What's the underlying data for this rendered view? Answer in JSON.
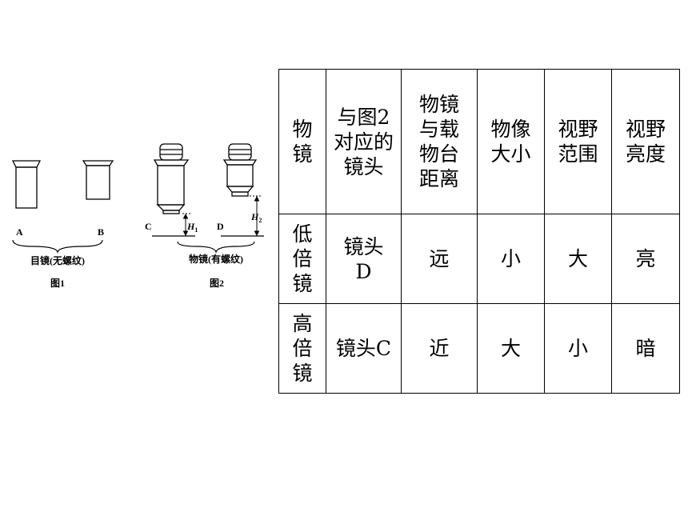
{
  "figure": {
    "label_a": "A",
    "label_b": "B",
    "label_c": "C",
    "label_d": "D",
    "label_h1": "H",
    "label_h1_sub": "1",
    "label_h2": "H",
    "label_h2_sub": "2",
    "eyepiece_caption": "目镜(无螺纹)",
    "objective_caption": "物镜(有螺纹)",
    "fig1_caption": "图1",
    "fig2_caption": "图2"
  },
  "table": {
    "header": [
      "物镜",
      "与图2对应的镜头",
      "物镜与载物台距离",
      "物像大小",
      "视野范围",
      "视野亮度"
    ],
    "rows": [
      [
        "低倍镜",
        "镜头D",
        "远",
        "小",
        "大",
        "亮"
      ],
      [
        "高倍镜",
        "镜头C",
        "近",
        "大",
        "小",
        "暗"
      ]
    ]
  }
}
